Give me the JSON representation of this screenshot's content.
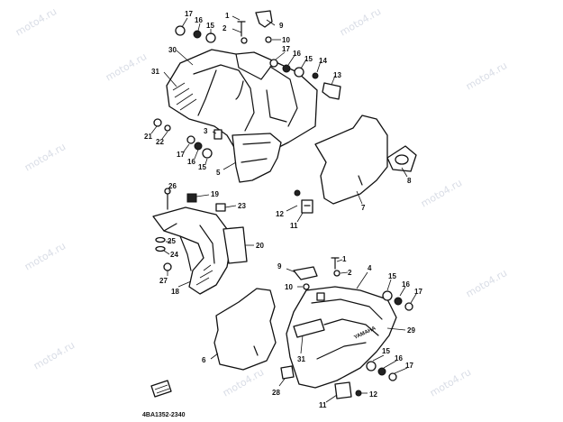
{
  "watermark": "moto4.ru",
  "part_code": "4BA1352-2340",
  "brand_text": "YAMAHA",
  "labels": {
    "l1a": "1",
    "l2a": "2",
    "l9a": "9",
    "l10a": "10",
    "l17a": "17",
    "l16a": "16",
    "l15a": "15",
    "l30": "30",
    "l31a": "31",
    "l17b": "17",
    "l16b": "16",
    "l15b": "15",
    "l14": "14",
    "l13": "13",
    "l21": "21",
    "l22": "22",
    "l3": "3",
    "l17c": "17",
    "l16c": "16",
    "l15c": "15",
    "l5": "5",
    "l8": "8",
    "l7": "7",
    "l12a": "12",
    "l11a": "11",
    "l26": "26",
    "l19": "19",
    "l23": "23",
    "l25": "25",
    "l24": "24",
    "l20": "20",
    "l27": "27",
    "l18": "18",
    "l1b": "1",
    "l9b": "9",
    "l2b": "2",
    "l4": "4",
    "l10b": "10",
    "l15d": "15",
    "l16d": "16",
    "l17d": "17",
    "l29": "29",
    "l6": "6",
    "l31b": "31",
    "l15e": "15",
    "l16e": "16",
    "l17e": "17",
    "l28": "28",
    "l12b": "12",
    "l11b": "11"
  }
}
